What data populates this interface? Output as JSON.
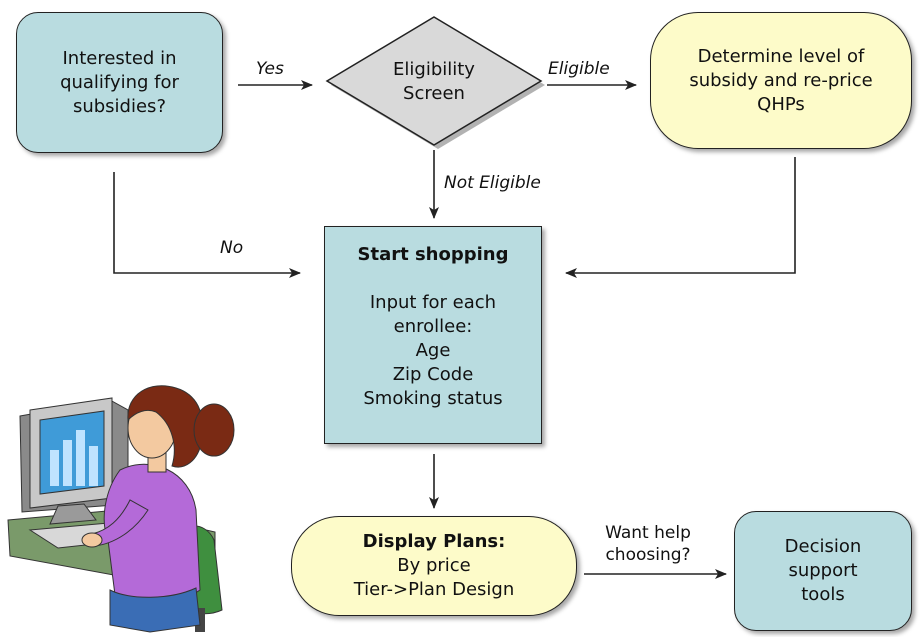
{
  "nodes": {
    "interested": "Interested in\nqualifying for\nsubsidies?",
    "eligibility_screen": "Eligibility\nScreen",
    "determine_subsidy": "Determine level of\nsubsidy and re-price\nQHPs",
    "start_shopping": {
      "title": "Start shopping",
      "body": "Input for each\nenrollee:\nAge\nZip Code\nSmoking status"
    },
    "display_plans": {
      "title": "Display Plans:",
      "body": "By price\nTier->Plan Design"
    },
    "decision_support": "Decision\nsupport\ntools"
  },
  "edge_labels": {
    "yes": "Yes",
    "eligible": "Eligible",
    "not_eligible": "Not Eligible",
    "no": "No",
    "want_help": "Want help\nchoosing?"
  },
  "colors": {
    "teal_box": "#b9dce0",
    "yellow_box": "#fdfbc9",
    "diamond": "#d9d9d9",
    "arrow": "#222222"
  },
  "icons": {
    "person_at_computer": "person-at-computer-clipart"
  }
}
